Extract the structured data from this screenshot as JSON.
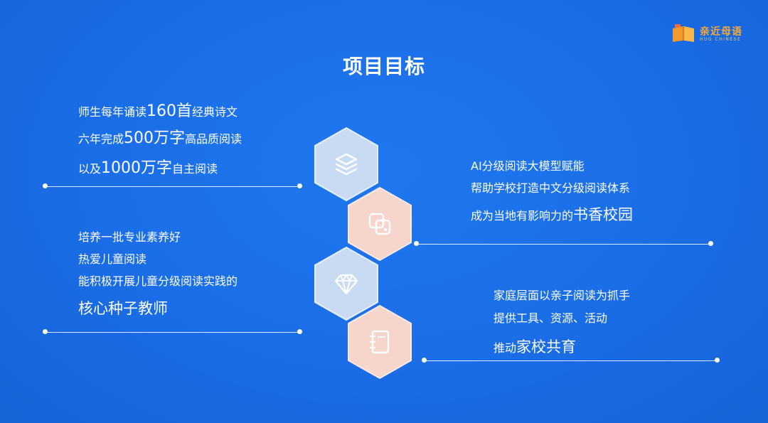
{
  "slide": {
    "title": "项目目标",
    "logo": {
      "name": "亲近母语",
      "sub": "HUG CHINESE"
    },
    "blocks": {
      "goal1": {
        "line1_pre": "师生每年诵读",
        "line1_big": "160首",
        "line1_post": "经典诗文",
        "line2_pre": "六年完成",
        "line2_big": "500万字",
        "line2_post": "高品质阅读",
        "line3_pre": "以及",
        "line3_big": "1000万字",
        "line3_post": "自主阅读"
      },
      "goal2": {
        "line1": "AI分级阅读大模型赋能",
        "line2": "帮助学校打造中文分级阅读体系",
        "line3_pre": "成为当地有影响力的",
        "line3_big": "书香校园"
      },
      "goal3": {
        "line1": "培养一批专业素养好",
        "line2": "热爱儿童阅读",
        "line3": "能积极开展儿童分级阅读实践的",
        "line4_big": "核心种子教师"
      },
      "goal4": {
        "line1": "家庭层面以亲子阅读为抓手",
        "line2": "提供工具、资源、活动",
        "line3_pre": "推动",
        "line3_big": "家校共育"
      }
    },
    "icons": [
      "layers-icon",
      "overlap-squares-icon",
      "diamond-icon",
      "notebook-icon"
    ],
    "colors": {
      "background": "#1a6ee8",
      "hex_blue": "#c9dbf3",
      "hex_pink": "#f6d6cc",
      "logo_orange": "#f7a83a"
    }
  }
}
